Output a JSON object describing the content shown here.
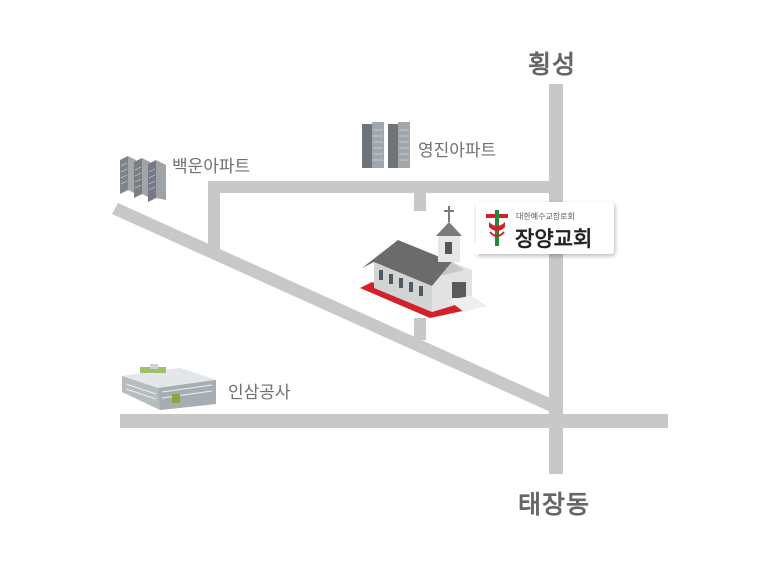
{
  "directions": {
    "north": "횡성",
    "south": "태장동"
  },
  "landmarks": {
    "apartment_baekun": "백운아파트",
    "apartment_youngjin": "영진아파트",
    "insam_corp": "인삼공사"
  },
  "church": {
    "denomination": "대한예수교장로회",
    "name": "장양교회",
    "brand_color": "#d4202a",
    "logo_cross_color": "#1e8a3c"
  },
  "road_color": "#c8c8c8"
}
